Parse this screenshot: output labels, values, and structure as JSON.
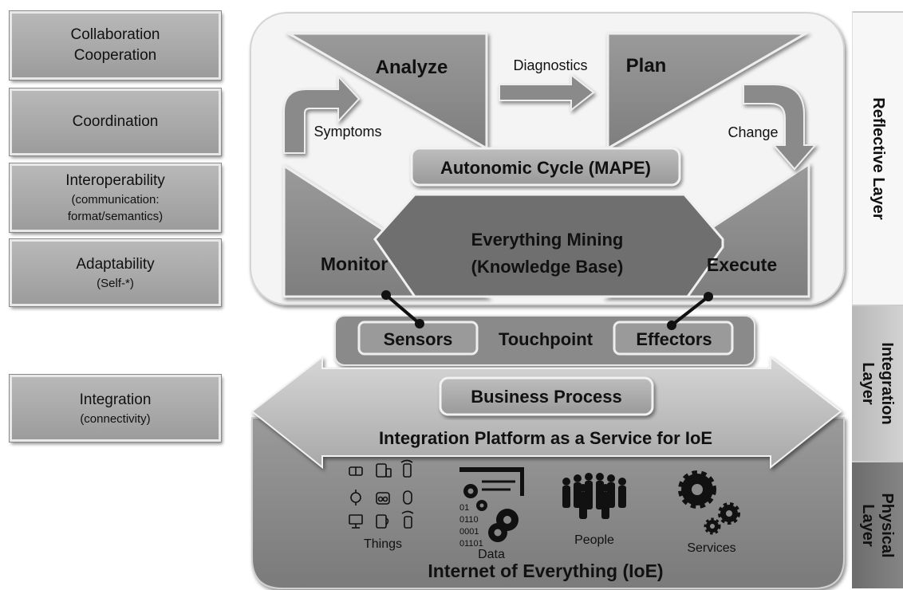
{
  "left_boxes": [
    {
      "title": "Collaboration",
      "title2": "Cooperation",
      "sub": "",
      "sub2": ""
    },
    {
      "title": "Coordination",
      "title2": "",
      "sub": "",
      "sub2": ""
    },
    {
      "title": "Interoperability",
      "title2": "",
      "sub": "(communication:",
      "sub2": "format/semantics)"
    },
    {
      "title": "Adaptability",
      "title2": "",
      "sub": "(Self-*)",
      "sub2": ""
    },
    {
      "title": "Integration",
      "title2": "",
      "sub": "(connectivity)",
      "sub2": ""
    }
  ],
  "layers": {
    "reflective": "Reflective Layer",
    "integration_line1": "Integration",
    "integration_line2": "Layer",
    "physical_line1": "Physical",
    "physical_line2": "Layer"
  },
  "mape": {
    "analyze": "Analyze",
    "plan": "Plan",
    "monitor": "Monitor",
    "execute": "Execute",
    "diagnostics": "Diagnostics",
    "symptoms": "Symptoms",
    "change": "Change",
    "cycle_title": "Autonomic Cycle (MAPE)",
    "knowledge_line1": "Everything Mining",
    "knowledge_line2": "(Knowledge Base)"
  },
  "touchpoint": {
    "sensors": "Sensors",
    "label": "Touchpoint",
    "effectors": "Effectors"
  },
  "integration": {
    "business_process": "Business Process",
    "ipaas": "Integration Platform as a Service for IoE"
  },
  "ioe": {
    "things": "Things",
    "data": "Data",
    "people": "People",
    "services": "Services",
    "data_bits": [
      "01",
      "0110",
      "0001",
      "01101"
    ],
    "title": "Internet of Everything (IoE)"
  },
  "colors": {
    "panel_bg": "#f4f4f4",
    "triangle_fill": "#8e8e8e",
    "knowledge_fill": "#6e6e6e",
    "touchpoint_fill": "#8a8a8a",
    "arrow_band_fill": "#c0c0c0",
    "ioe_fill": "#8c8c8c",
    "side_light": "#f7f7f7",
    "side_mid": "#c4c4c4",
    "side_dark": "#7a7a7a"
  }
}
